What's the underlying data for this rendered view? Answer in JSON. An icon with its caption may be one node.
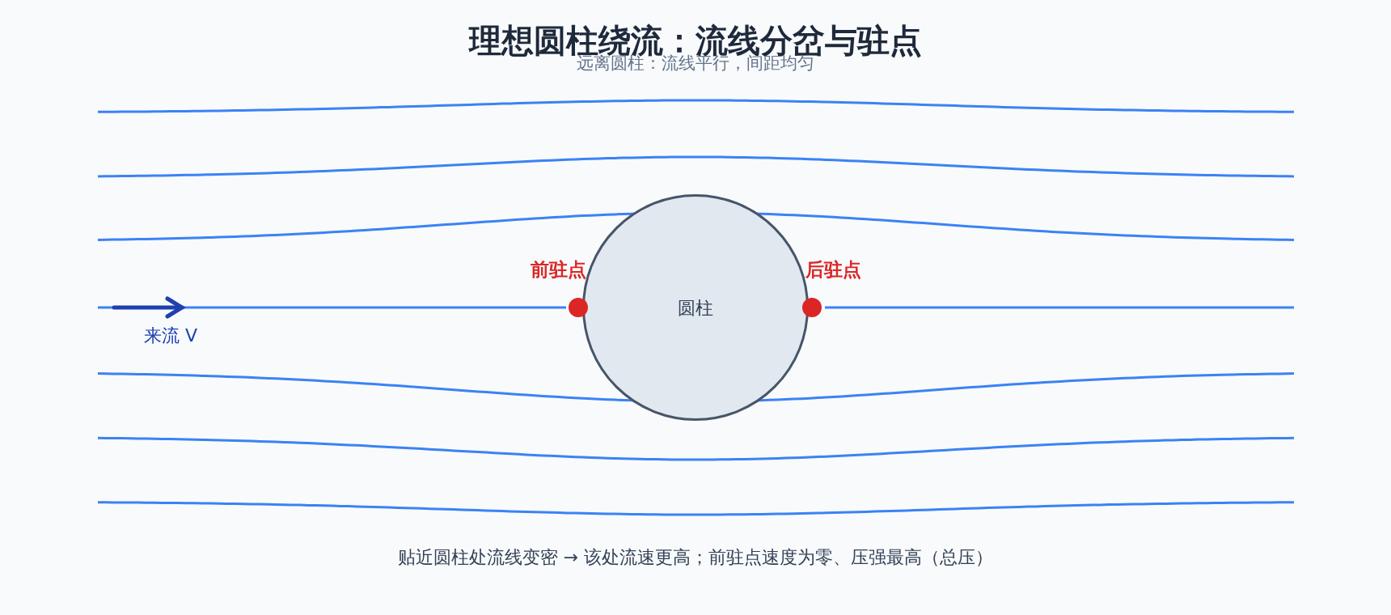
{
  "diagram": {
    "title": "理想圆柱绕流：流线分岔与驻点",
    "caption": "贴近圆柱处流线变密 → 该处流速更高；前驻点速度为零、压强最高（总压）",
    "nodes": [
      {
        "text": [
          "圆柱"
        ]
      },
      {
        "text": [],
        "shape": "circle"
      },
      {
        "text": [],
        "shape": "circle"
      }
    ],
    "labels": [
      "远离圆柱：流线平行，间距均匀",
      "前驻点",
      "后驻点",
      "来流 V"
    ]
  }
}
